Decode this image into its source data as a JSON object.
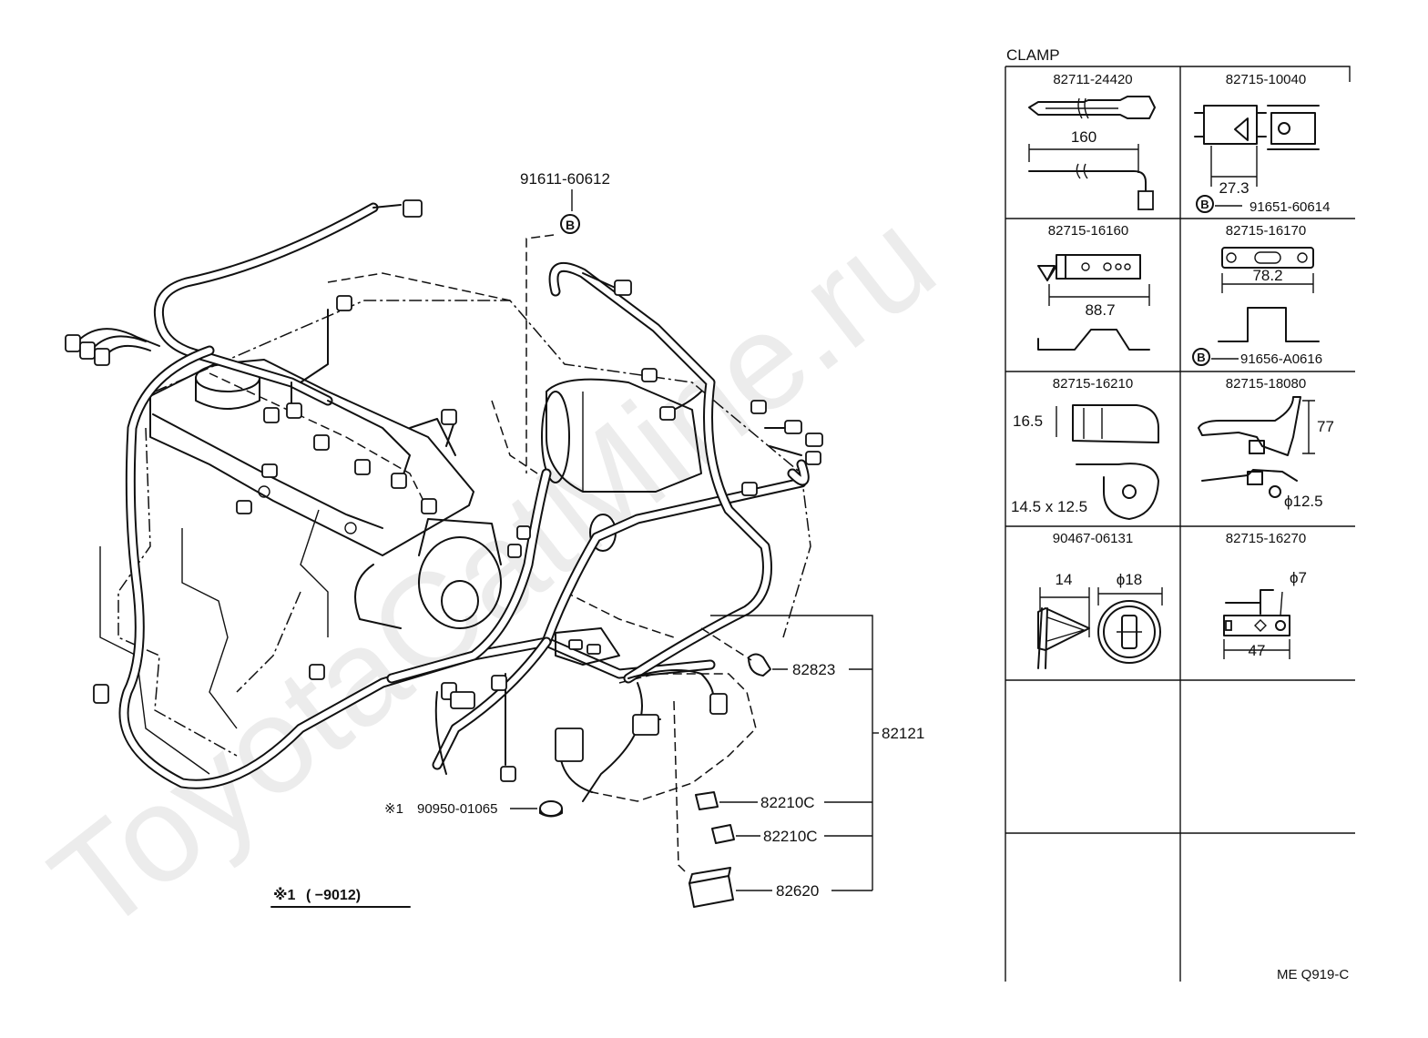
{
  "watermark": "ToyotaCatMine.ru",
  "figure_code": "ME Q919-C",
  "clamp_table": {
    "title": "CLAMP",
    "cells": [
      {
        "part": "82711-24420",
        "dims": [
          "160"
        ]
      },
      {
        "part": "82715-10040",
        "dims": [
          "27.3"
        ],
        "bolt_mark": "B",
        "bolt_part": "91651-60614"
      },
      {
        "part": "82715-16160",
        "dims": [
          "88.7"
        ]
      },
      {
        "part": "82715-16170",
        "dims": [
          "78.2"
        ],
        "bolt_mark": "B",
        "bolt_part": "91656-A0616"
      },
      {
        "part": "82715-16210",
        "dims": [
          "16.5",
          "14.5 x 12.5"
        ]
      },
      {
        "part": "82715-18080",
        "dims": [
          "77",
          "ϕ12.5"
        ]
      },
      {
        "part": "90467-06131",
        "dims": [
          "14",
          "ϕ18"
        ]
      },
      {
        "part": "82715-16270",
        "dims": [
          "ϕ7",
          "47"
        ]
      }
    ]
  },
  "callouts": {
    "bolt_part": "91611-60612",
    "bolt_mark": "B",
    "p82823": "82823",
    "p82121": "82121",
    "p82210c_1": "82210C",
    "p82210c_2": "82210C",
    "p82620": "82620",
    "grommet_mark": "※1",
    "grommet_part": "90950-01065"
  },
  "footnote": {
    "mark": "※1",
    "text": "(        −9012)"
  }
}
